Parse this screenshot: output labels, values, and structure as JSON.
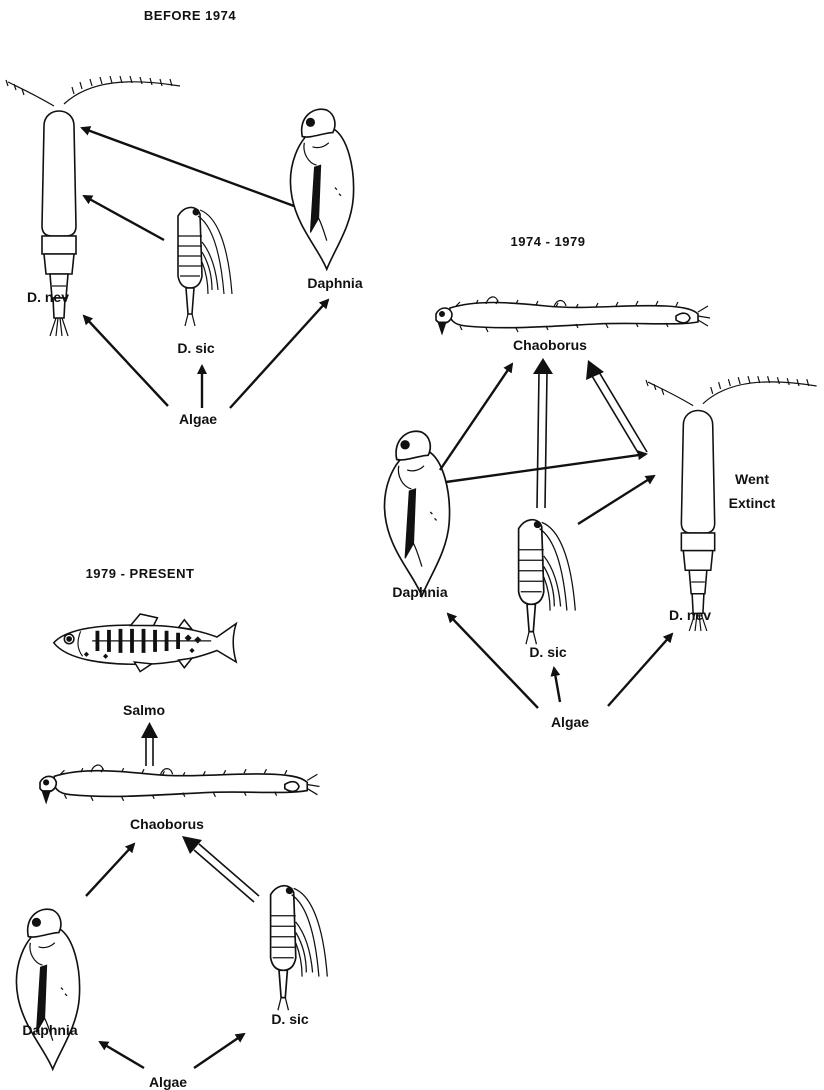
{
  "panels": {
    "before_1974": {
      "title": "BEFORE 1974",
      "labels": {
        "d_nev": "D. nev",
        "d_sic": "D. sic",
        "daphnia": "Daphnia",
        "algae": "Algae"
      }
    },
    "p1974_1979": {
      "title": "1974 - 1979",
      "labels": {
        "chaoborus": "Chaoborus",
        "daphnia": "Daphnia",
        "d_sic": "D. sic",
        "d_nev": "D. nev",
        "algae": "Algae",
        "went": "Went",
        "extinct": "Extinct"
      }
    },
    "p1979_present": {
      "title": "1979 - PRESENT",
      "labels": {
        "salmo": "Salmo",
        "chaoborus": "Chaoborus",
        "daphnia": "Daphnia",
        "d_sic": "D. sic",
        "algae": "Algae"
      }
    }
  },
  "icons": {
    "copepod": "calanoid-copepod-icon",
    "daphnia": "daphnia-icon",
    "diaptomus_sicilis": "cyclopoid-copepod-icon",
    "chaoborus": "chaoborus-larva-icon",
    "salmo": "trout-fish-icon"
  },
  "colors": {
    "ink": "#111111",
    "paper": "#ffffff"
  }
}
